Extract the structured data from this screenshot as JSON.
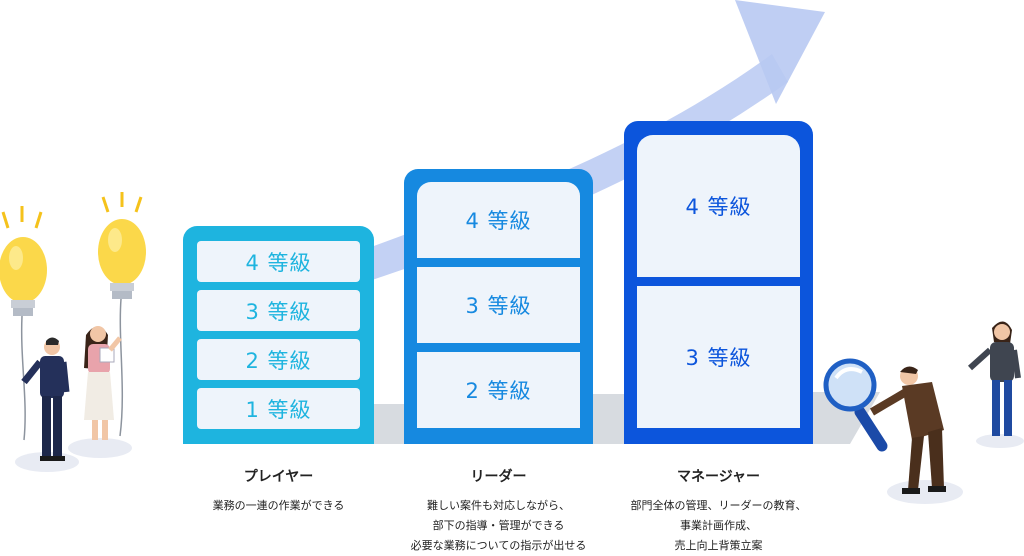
{
  "columns": [
    {
      "title": "プレイヤー",
      "grades": [
        "4 等級",
        "3 等級",
        "2 等級",
        "1 等級"
      ],
      "description": [
        "業務の一連の作業ができる"
      ]
    },
    {
      "title": "リーダー",
      "grades": [
        "4 等級",
        "3 等級",
        "2 等級"
      ],
      "description": [
        "難しい案件も対応しながら、",
        "部下の指導・管理ができる",
        "必要な業務についての指示が出せる"
      ]
    },
    {
      "title": "マネージャー",
      "grades": [
        "4 等級",
        "3 等級"
      ],
      "description": [
        "部門全体の管理、リーダーの教育、",
        "事業計画作成、",
        "売上向上背策立案"
      ]
    }
  ],
  "colors": {
    "player": "#1eb4df",
    "leader": "#1689e0",
    "manager": "#0c55dc",
    "cell_bg": "#eef4fb",
    "arrow": "#b7c8f1"
  },
  "icons": [
    "lightbulb-icon",
    "magnifier-icon",
    "growth-arrow-icon"
  ]
}
